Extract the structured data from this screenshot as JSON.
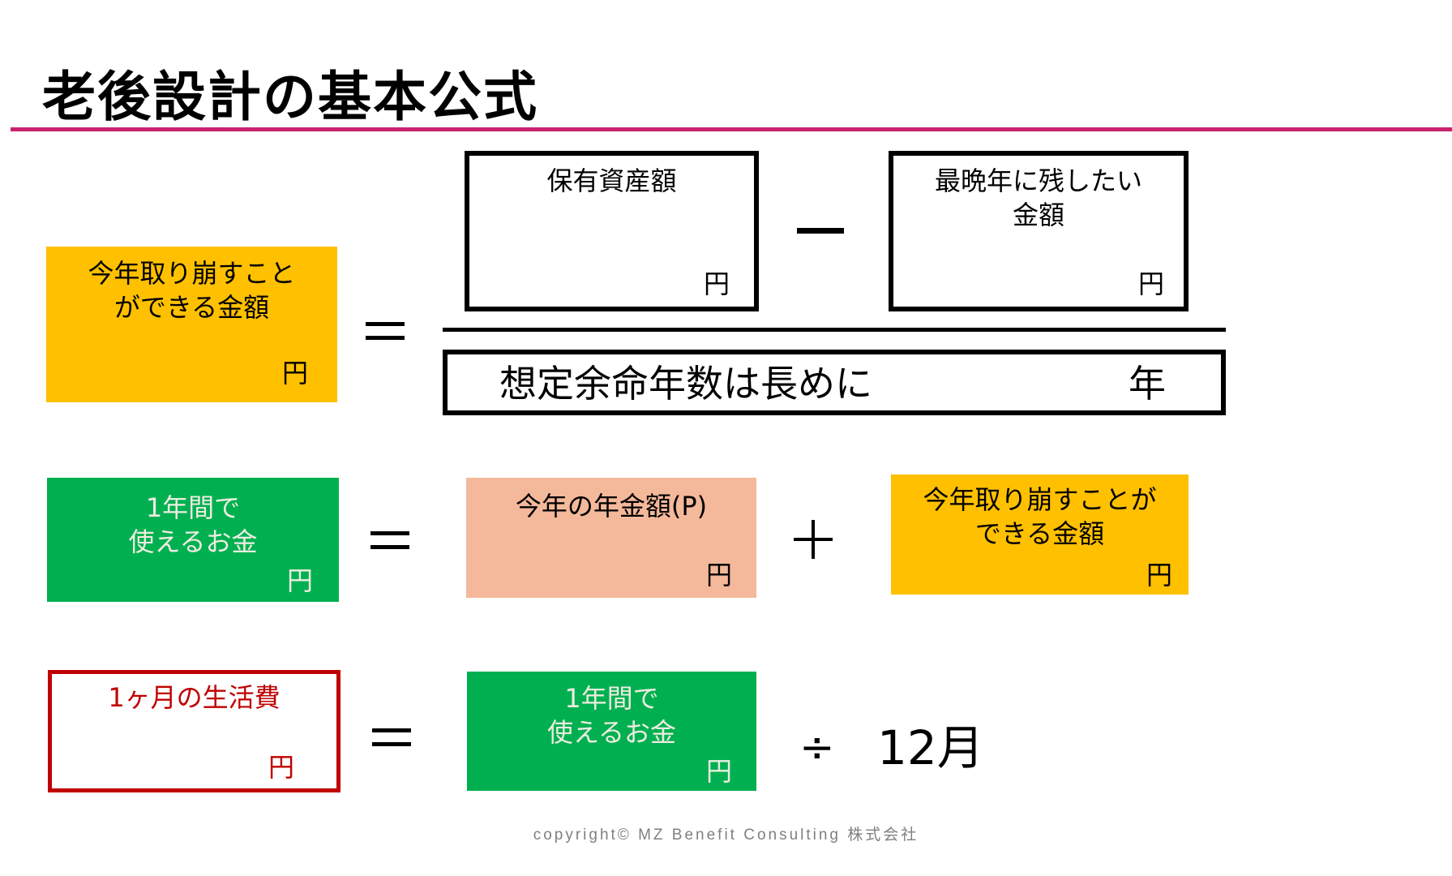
{
  "title": "老後設計の基本公式",
  "colors": {
    "accent_rule": "#C8236F",
    "yellow": "#FFC000",
    "green": "#00B050",
    "green_text": "#EEECE1",
    "salmon": "#F4B89A",
    "red": "#C00000"
  },
  "formula1": {
    "result_label": "今年取り崩すこと\nができる金額",
    "result_unit": "円",
    "equals": "=",
    "assets_label": "保有資産額",
    "assets_unit": "円",
    "minus": "−",
    "legacy_label": "最晩年に残したい\n金額",
    "legacy_unit": "円",
    "denominator_label": "想定余命年数は長めに",
    "denominator_unit": "年"
  },
  "formula2": {
    "result_label": "1年間で\n使えるお金",
    "result_unit": "円",
    "equals": "=",
    "pension_label": "今年の年金額(P)",
    "pension_unit": "円",
    "plus": "+",
    "withdraw_label": "今年取り崩すことが\nできる金額",
    "withdraw_unit": "円"
  },
  "formula3": {
    "result_label": "1ヶ月の生活費",
    "result_unit": "円",
    "equals": "=",
    "annual_label": "1年間で\n使えるお金",
    "annual_unit": "円",
    "divide": "÷",
    "months": "12月"
  },
  "footer": {
    "copyright": "copyright© MZ Benefit Consulting 株式会社"
  }
}
